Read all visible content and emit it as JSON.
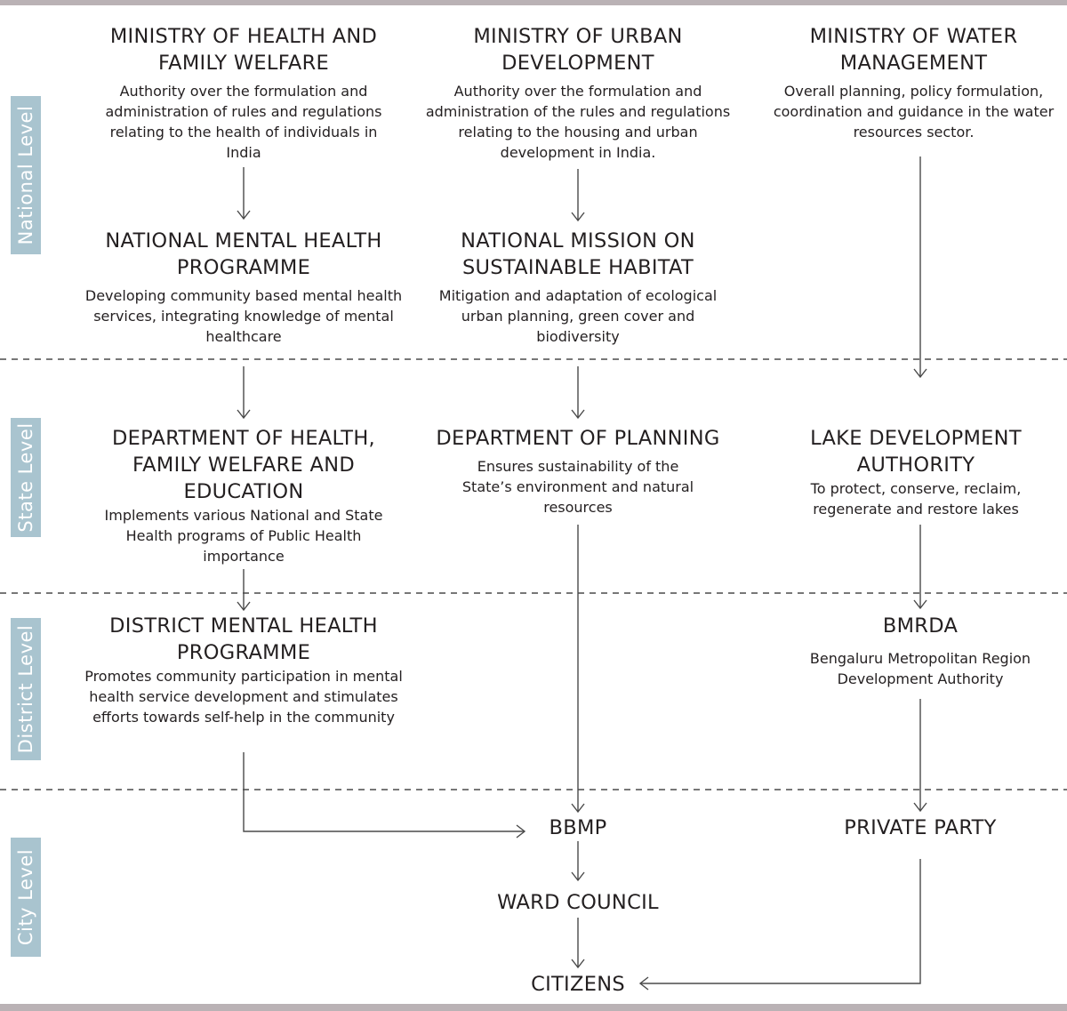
{
  "levels": {
    "national": "National Level",
    "state": "State Level",
    "district": "District Level",
    "city": "City Level"
  },
  "col1": {
    "ministry": {
      "title": "MINISTRY OF HEALTH AND FAMILY WELFARE",
      "desc": "Authority over the formulation and administration of rules and regulations relating to the health of individuals in India"
    },
    "programme": {
      "title": "NATIONAL MENTAL HEALTH PROGRAMME",
      "desc": "Developing community based mental health services, integrating knowledge of mental healthcare"
    },
    "department": {
      "title": "DEPARTMENT OF HEALTH, FAMILY WELFARE AND EDUCATION",
      "desc": "Implements various National and State Health programs of Public Health importance"
    },
    "district": {
      "title": "DISTRICT MENTAL HEALTH PROGRAMME",
      "desc": "Promotes community participation in mental health service development and stimulates efforts towards self-help in the community"
    }
  },
  "col2": {
    "ministry": {
      "title": "MINISTRY OF URBAN DEVELOPMENT",
      "desc": "Authority over the formulation and administration of the rules and regulations relating to the housing and urban development in India."
    },
    "mission": {
      "title": "NATIONAL MISSION ON SUSTAINABLE HABITAT",
      "desc": "Mitigation and adaptation of ecological urban planning, green cover and biodiversity"
    },
    "department": {
      "title": "DEPARTMENT OF PLANNING",
      "desc": "Ensures sustainability of the State’s environment and natural resources"
    }
  },
  "col3": {
    "ministry": {
      "title": "MINISTRY OF WATER MANAGEMENT",
      "desc": "Overall planning, policy formulation, coordination and guidance in the water resources sector."
    },
    "authority": {
      "title": "LAKE DEVELOPMENT AUTHORITY",
      "desc": "To protect, conserve, reclaim, regenerate and restore lakes"
    },
    "bmrda": {
      "title": "BMRDA",
      "desc": "Bengaluru Metropolitan Region Development Authority"
    }
  },
  "city": {
    "bbmp": "BBMP",
    "private_party": "PRIVATE PARTY",
    "ward_council": "WARD COUNCIL",
    "citizens": "CITIZENS"
  },
  "colors": {
    "level_bar": "#a9c4cf",
    "frame": "#bab2b5",
    "text": "#231f20",
    "line": "#4a4a4a"
  }
}
